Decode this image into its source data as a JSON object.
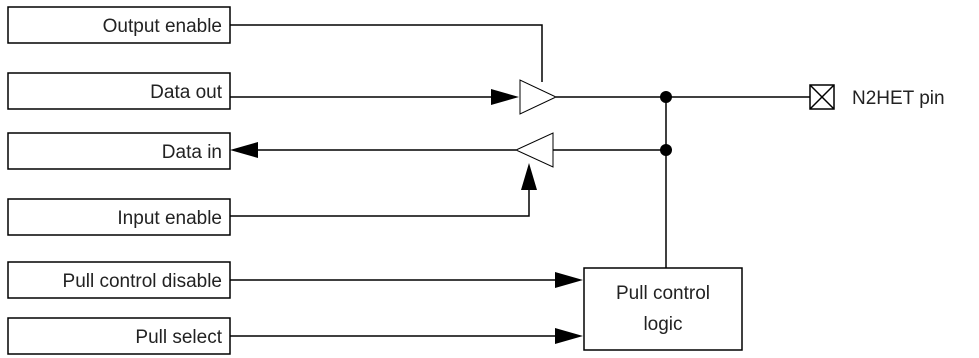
{
  "signals": {
    "output_enable": "Output enable",
    "data_out": "Data out",
    "data_in": "Data in",
    "input_enable": "Input enable",
    "pull_control_disable": "Pull control disable",
    "pull_select": "Pull select"
  },
  "pull_logic": {
    "line1": "Pull control",
    "line2": "logic"
  },
  "pin": {
    "label": "N2HET pin"
  },
  "colors": {
    "line": "#000000",
    "text": "#222222",
    "background": "#ffffff"
  }
}
